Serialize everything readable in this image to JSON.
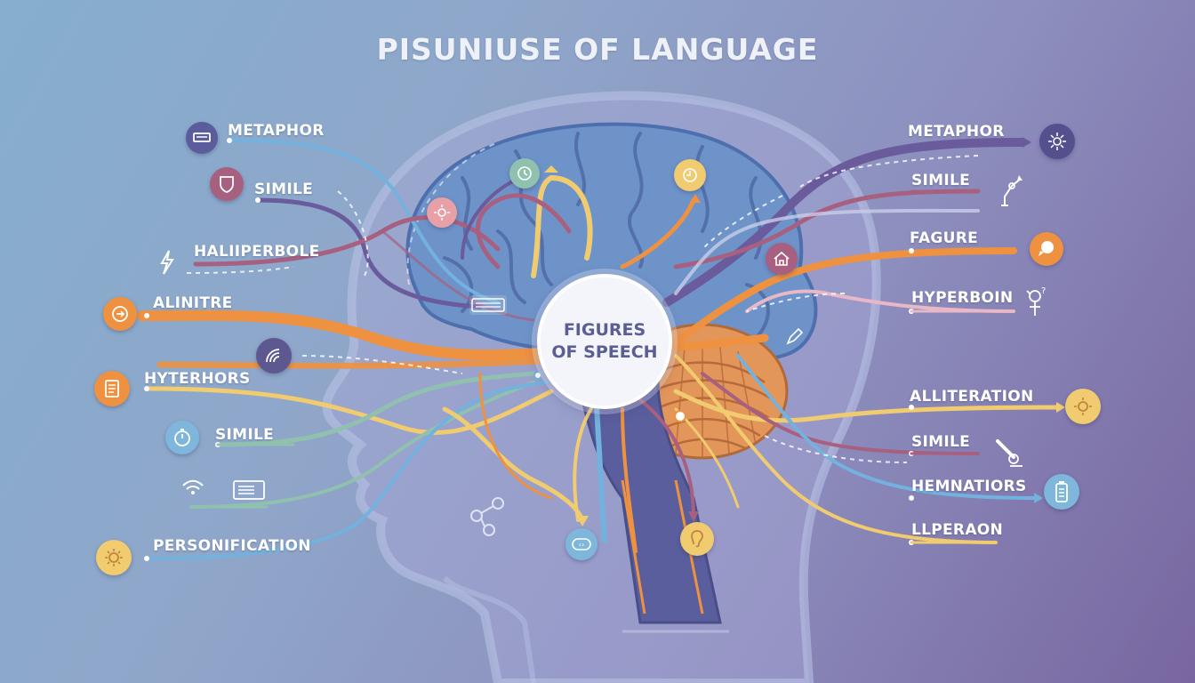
{
  "title": "PISUNIUSE OF LANGUAGE",
  "center_label": "FIGURES OF SPEECH",
  "colors": {
    "orange": "#ee9140",
    "yellow": "#f1cb6f",
    "purple": "#6a5b9d",
    "mauve": "#a7607f",
    "blue": "#73b2de",
    "green": "#8fc1ae",
    "brain": "#6e93c9",
    "center_text": "#5a5e93"
  },
  "left_labels": [
    {
      "text": "METAPHOR",
      "icon": "monitor-icon"
    },
    {
      "text": "SIMILE",
      "icon": "shield-icon"
    },
    {
      "text": "HALIIPERBOLE",
      "icon": "lightning-icon"
    },
    {
      "text": "ALINITRE",
      "icon": "arrow-right-icon"
    },
    {
      "text": "HYTERHORS",
      "icon": "document-icon"
    },
    {
      "text": "SIMILE",
      "icon": "stopwatch-icon"
    },
    {
      "text": "",
      "icon": "wifi-icon"
    },
    {
      "text": "PERSONIFICATION",
      "icon": "sun-icon"
    }
  ],
  "right_labels": [
    {
      "text": "METAPHOR",
      "icon": "sparkle-icon"
    },
    {
      "text": "SIMILE",
      "icon": "robot-arm-icon"
    },
    {
      "text": "FAGURE",
      "icon": "speech-bubble-icon"
    },
    {
      "text": "HYPERBOIN",
      "icon": "person-icon"
    },
    {
      "text": "ALLITERATION",
      "icon": "sun-icon"
    },
    {
      "text": "SIMILE",
      "icon": "microscope-icon"
    },
    {
      "text": "HEMNATIORS",
      "icon": "battery-icon"
    },
    {
      "text": "LLPERAON",
      "icon": ""
    }
  ]
}
